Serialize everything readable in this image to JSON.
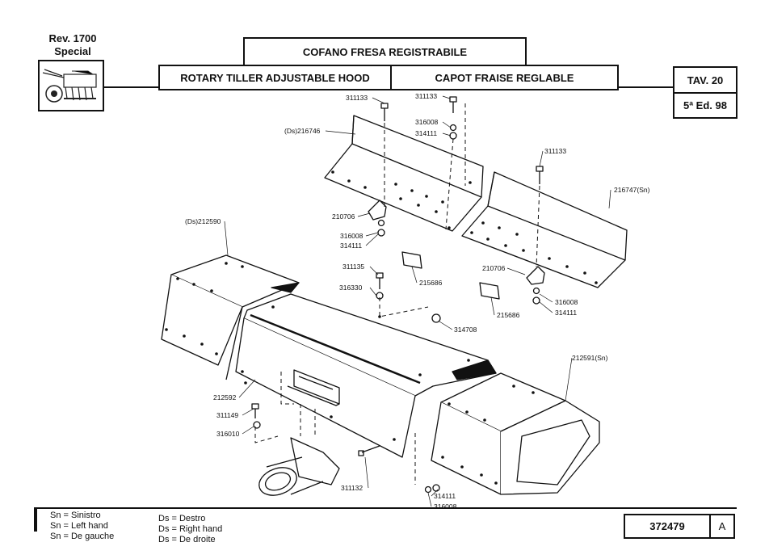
{
  "header": {
    "revision": "Rev. 1700",
    "model": "Special",
    "title_it": "COFANO FRESA REGISTRABILE",
    "title_en": "ROTARY TILLER ADJUSTABLE HOOD",
    "title_fr": "CAPOT FRAISE REGLABLE",
    "table": "TAV. 20",
    "edition": "5ª Ed. 98"
  },
  "parts": {
    "p1": "311133",
    "p2": "311133",
    "p3": "316008",
    "p4": "314111",
    "p5": "(Ds)216746",
    "p6": "311133",
    "p7": "216747(Sn)",
    "p8": "210706",
    "p9": "316008",
    "p10": "314111",
    "p11": "(Ds)212590",
    "p12": "311135",
    "p13": "215686",
    "p14": "316330",
    "p15": "210706",
    "p16": "215686",
    "p17": "316008",
    "p18": "314111",
    "p19": "314708",
    "p20": "212591(Sn)",
    "p21": "212592",
    "p22": "311149",
    "p23": "316010",
    "p24": "311132",
    "p25": "314111",
    "p26": "316008"
  },
  "legend": {
    "sn1": "Sn = Sinistro",
    "sn2": "Sn = Left hand",
    "sn3": "Sn = De gauche",
    "ds1": "Ds = Destro",
    "ds2": "Ds = Right hand",
    "ds3": "Ds = De droite"
  },
  "footer": {
    "code": "372479",
    "revision_letter": "A"
  }
}
